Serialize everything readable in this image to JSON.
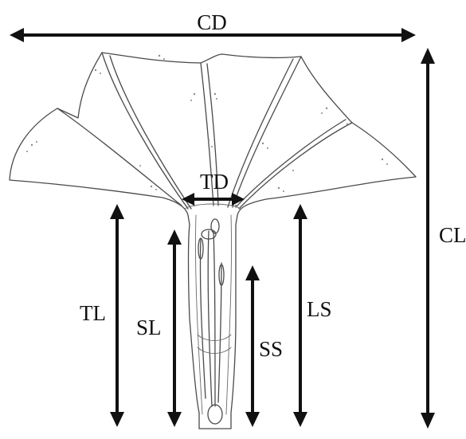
{
  "labels": {
    "cd": "CD",
    "cl": "CL",
    "td": "TD",
    "tl": "TL",
    "sl": "SL",
    "ss": "SS",
    "ls": "LS"
  }
}
